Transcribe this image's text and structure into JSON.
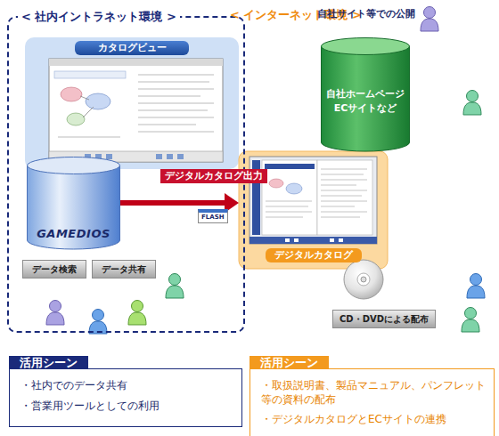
{
  "diagram": {
    "nodes": [
      {
        "text": [
          "< 社内イントラネット環境 >"
        ]
      },
      {
        "text": [
          "カタログビュー"
        ],
        "in": 0
      },
      {
        "text": [
          "GAMEDIOS"
        ],
        "in": 0
      },
      {
        "text": [
          "データ検索"
        ],
        "in": 0
      },
      {
        "text": [
          "データ共有"
        ],
        "in": 0
      },
      {
        "text": [
          "自社ホームページ ECサイトなど"
        ]
      },
      {
        "text": [
          "デジタルカタログ"
        ]
      },
      {
        "text": [
          "CD・DVDによる配布"
        ]
      },
      {
        "text": [
          "活用シーン",
          "・社内でのデータ共有",
          "・営業用ツールとしての利用"
        ]
      },
      {
        "text": [
          "活用シーン",
          "・取扱説明書、製品マニュアル、パンフレット等の資料の配布",
          "・デジタルカタログとECサイトの連携"
        ]
      }
    ],
    "edges": [
      {
        "from": 2,
        "to": 6,
        "label": "デジタルカタログ出力",
        "arrow": "to"
      }
    ],
    "labels": [
      "< インターネット環境 >",
      "自社サイト等での公開",
      "FLASH"
    ]
  }
}
